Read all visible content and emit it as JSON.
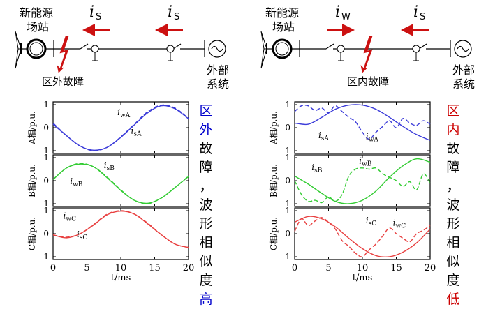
{
  "colors": {
    "phase_a": "#3b3bd9",
    "phase_b": "#33cc33",
    "phase_c": "#e84040",
    "fault": "#cc1111",
    "arrow": "#cc1111",
    "note_blue": "#0000cc",
    "note_red": "#cc0000"
  },
  "icons": [
    "wind-turbine-icon",
    "lightning-fault-icon",
    "external-grid-icon",
    "current-transformer-icon",
    "breaker-icon"
  ],
  "left": {
    "station_label": "新能源\n场站",
    "current_1": {
      "main": "i",
      "sub": "S"
    },
    "current_2": {
      "main": "i",
      "sub": "S"
    },
    "grid_label": "外部\n系统",
    "fault_label": "区外故障",
    "side_note": [
      "区",
      "外",
      "故",
      "障",
      "，",
      "波",
      "形",
      "相",
      "似",
      "度",
      "高"
    ]
  },
  "right": {
    "station_label": "新能源\n场站",
    "current_1": {
      "main": "i",
      "sub": "W"
    },
    "current_2": {
      "main": "i",
      "sub": "S"
    },
    "grid_label": "外部\n系统",
    "fault_label": "区内故障",
    "side_note": [
      "区",
      "内",
      "故",
      "障",
      "，",
      "波",
      "形",
      "相",
      "似",
      "度",
      "低"
    ]
  },
  "chart_data": [
    {
      "type": "line",
      "title": "区外故障",
      "xlabel": "t/ms",
      "xlim": [
        0,
        20
      ],
      "xticks": [
        0,
        5,
        10,
        15,
        20
      ],
      "panels": [
        {
          "ylabel": "A相/p.u.",
          "ylim": [
            -1,
            1
          ],
          "yticks": [
            1,
            0,
            -1
          ],
          "color": "#3b3bd9",
          "series": [
            {
              "name": "iwA",
              "style": "dashed",
              "x": [
                0,
                2,
                4,
                6,
                8,
                10,
                12,
                14,
                16,
                18,
                20
              ],
              "y": [
                0.2,
                -0.35,
                -0.8,
                -1.0,
                -0.85,
                -0.4,
                0.15,
                0.7,
                0.98,
                0.85,
                0.4
              ]
            },
            {
              "name": "isA",
              "style": "solid",
              "x": [
                0,
                2,
                4,
                6,
                8,
                10,
                12,
                14,
                16,
                18,
                20
              ],
              "y": [
                0.15,
                -0.35,
                -0.8,
                -0.98,
                -0.85,
                -0.42,
                0.12,
                0.65,
                0.95,
                0.82,
                0.38
              ]
            }
          ],
          "labels": [
            {
              "name": "iwA",
              "x": 9.5,
              "y": 0.55
            },
            {
              "name": "isA",
              "x": 11.5,
              "y": -0.25
            }
          ]
        },
        {
          "ylabel": "B相/p.u.",
          "ylim": [
            -1,
            1
          ],
          "yticks": [
            1,
            0,
            -1
          ],
          "color": "#33cc33",
          "series": [
            {
              "name": "iwB",
              "style": "dashed",
              "x": [
                0,
                2,
                4,
                6,
                8,
                10,
                12,
                14,
                16,
                18,
                20
              ],
              "y": [
                0.05,
                0.55,
                0.75,
                0.6,
                0.15,
                -0.4,
                -0.85,
                -1.0,
                -0.75,
                -0.3,
                0.2
              ]
            },
            {
              "name": "isB",
              "style": "solid",
              "x": [
                0,
                2,
                4,
                6,
                8,
                10,
                12,
                14,
                16,
                18,
                20
              ],
              "y": [
                0.05,
                0.55,
                0.72,
                0.6,
                0.12,
                -0.42,
                -0.85,
                -0.98,
                -0.75,
                -0.3,
                0.18
              ]
            }
          ],
          "labels": [
            {
              "name": "isB",
              "x": 7.5,
              "y": 0.55
            },
            {
              "name": "iwB",
              "x": 2.5,
              "y": -0.15
            }
          ]
        },
        {
          "ylabel": "C相/p.u.",
          "ylim": [
            -1,
            1
          ],
          "yticks": [
            1,
            0,
            -1
          ],
          "color": "#e84040",
          "series": [
            {
              "name": "iwC",
              "style": "dashed",
              "x": [
                0,
                2,
                4,
                6,
                8,
                10,
                12,
                14,
                16,
                18,
                20
              ],
              "y": [
                -0.05,
                -0.15,
                0.0,
                0.4,
                0.85,
                1.0,
                0.85,
                0.45,
                -0.05,
                -0.45,
                -0.6
              ]
            },
            {
              "name": "isC",
              "style": "solid",
              "x": [
                0,
                2,
                4,
                6,
                8,
                10,
                12,
                14,
                16,
                18,
                20
              ],
              "y": [
                -0.05,
                -0.18,
                0.0,
                0.38,
                0.82,
                0.98,
                0.85,
                0.42,
                -0.05,
                -0.45,
                -0.6
              ]
            }
          ],
          "labels": [
            {
              "name": "iwC",
              "x": 1.5,
              "y": 0.65
            },
            {
              "name": "isC",
              "x": 3.5,
              "y": -0.15
            }
          ]
        }
      ]
    },
    {
      "type": "line",
      "title": "区内故障",
      "xlabel": "t/ms",
      "xlim": [
        0,
        20
      ],
      "xticks": [
        0,
        5,
        10,
        15,
        20
      ],
      "panels": [
        {
          "ylabel": "A相/p.u.",
          "ylim": [
            -1,
            1
          ],
          "yticks": [
            1,
            0,
            -1
          ],
          "color": "#3b3bd9",
          "series": [
            {
              "name": "iwA",
              "style": "dashed",
              "x": [
                0,
                1,
                2,
                3,
                4,
                5,
                6,
                7,
                8,
                9,
                10,
                11,
                12,
                13,
                14,
                15,
                16,
                17,
                18,
                19,
                20
              ],
              "y": [
                0.7,
                0.95,
                0.95,
                0.75,
                0.85,
                0.65,
                0.95,
                0.7,
                0.45,
                0.25,
                -0.2,
                -0.5,
                -0.2,
                0.05,
                0.3,
                0.0,
                0.4,
                0.2,
                0.1,
                0.3,
                0.15
              ]
            },
            {
              "name": "isA",
              "style": "solid",
              "x": [
                0,
                2,
                4,
                6,
                8,
                10,
                12,
                14,
                16,
                18,
                20
              ],
              "y": [
                0.2,
                0.15,
                0.45,
                0.8,
                0.98,
                0.98,
                0.8,
                0.45,
                0.05,
                -0.3,
                -0.55
              ]
            }
          ],
          "labels": [
            {
              "name": "isA",
              "x": 3.5,
              "y": -0.45
            },
            {
              "name": "iwA",
              "x": 10.5,
              "y": -0.5
            }
          ]
        },
        {
          "ylabel": "B相/p.u.",
          "ylim": [
            -1,
            1
          ],
          "yticks": [
            1,
            0,
            -1
          ],
          "color": "#33cc33",
          "series": [
            {
              "name": "iwB",
              "style": "dashed",
              "x": [
                0,
                1,
                2,
                3,
                4,
                5,
                6,
                7,
                8,
                9,
                10,
                11,
                12,
                13,
                14,
                15,
                16,
                17,
                18,
                19,
                20
              ],
              "y": [
                0.0,
                -0.6,
                -0.9,
                -0.85,
                -0.95,
                -0.7,
                -0.9,
                -0.6,
                0.2,
                0.5,
                0.55,
                0.5,
                0.55,
                0.3,
                0.15,
                0.0,
                -0.25,
                -0.05,
                -0.4,
                0.3,
                -0.1
              ]
            },
            {
              "name": "isB",
              "style": "solid",
              "x": [
                0,
                2,
                4,
                6,
                8,
                10,
                12,
                14,
                16,
                18,
                20
              ],
              "y": [
                0.2,
                -0.15,
                -0.55,
                -0.9,
                -1.0,
                -0.85,
                -0.45,
                0.15,
                0.65,
                0.95,
                0.8
              ]
            }
          ],
          "labels": [
            {
              "name": "isB",
              "x": 2.5,
              "y": 0.45
            },
            {
              "name": "iwB",
              "x": 9.5,
              "y": 0.75
            }
          ]
        },
        {
          "ylabel": "C相/p.u.",
          "ylim": [
            -1,
            1
          ],
          "yticks": [
            1,
            0,
            -1
          ],
          "color": "#e84040",
          "series": [
            {
              "name": "iwC",
              "style": "dashed",
              "x": [
                0,
                1,
                2,
                3,
                4,
                5,
                6,
                7,
                8,
                9,
                10,
                11,
                12,
                13,
                14,
                15,
                16,
                17,
                18,
                19,
                20
              ],
              "y": [
                0.1,
                0.65,
                0.35,
                0.55,
                0.7,
                0.5,
                0.2,
                -0.3,
                -0.55,
                -0.85,
                -1.0,
                -0.7,
                -0.45,
                -0.1,
                0.25,
                0.0,
                -0.2,
                -0.35,
                0.0,
                0.15,
                0.35
              ]
            },
            {
              "name": "isC",
              "style": "solid",
              "x": [
                0,
                2,
                4,
                6,
                8,
                10,
                12,
                14,
                16,
                18,
                20
              ],
              "y": [
                0.5,
                0.75,
                0.65,
                0.3,
                -0.2,
                -0.65,
                -0.95,
                -1.0,
                -0.8,
                -0.4,
                0.2
              ]
            }
          ],
          "labels": [
            {
              "name": "isC",
              "x": 10.5,
              "y": 0.45
            },
            {
              "name": "iwC",
              "x": 14.5,
              "y": 0.35
            }
          ]
        }
      ]
    }
  ]
}
